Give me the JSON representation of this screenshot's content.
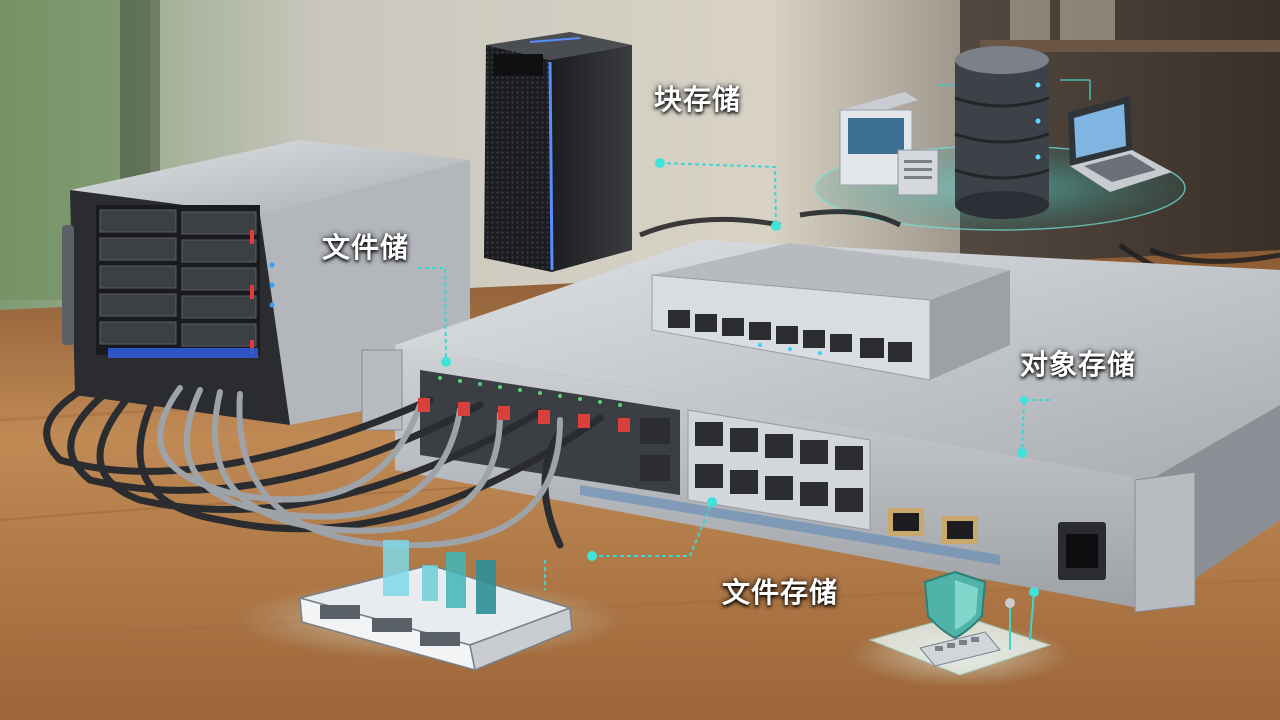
{
  "labels": {
    "block_storage": "块存储",
    "file_storage_top": "文件储",
    "object_storage": "对象存储",
    "file_storage_bottom": "文件存储"
  },
  "colors": {
    "accent": "#35c8c4",
    "label_text": "#ffffff",
    "desk": "#b9834f",
    "chassis": "#c9ccd0"
  }
}
